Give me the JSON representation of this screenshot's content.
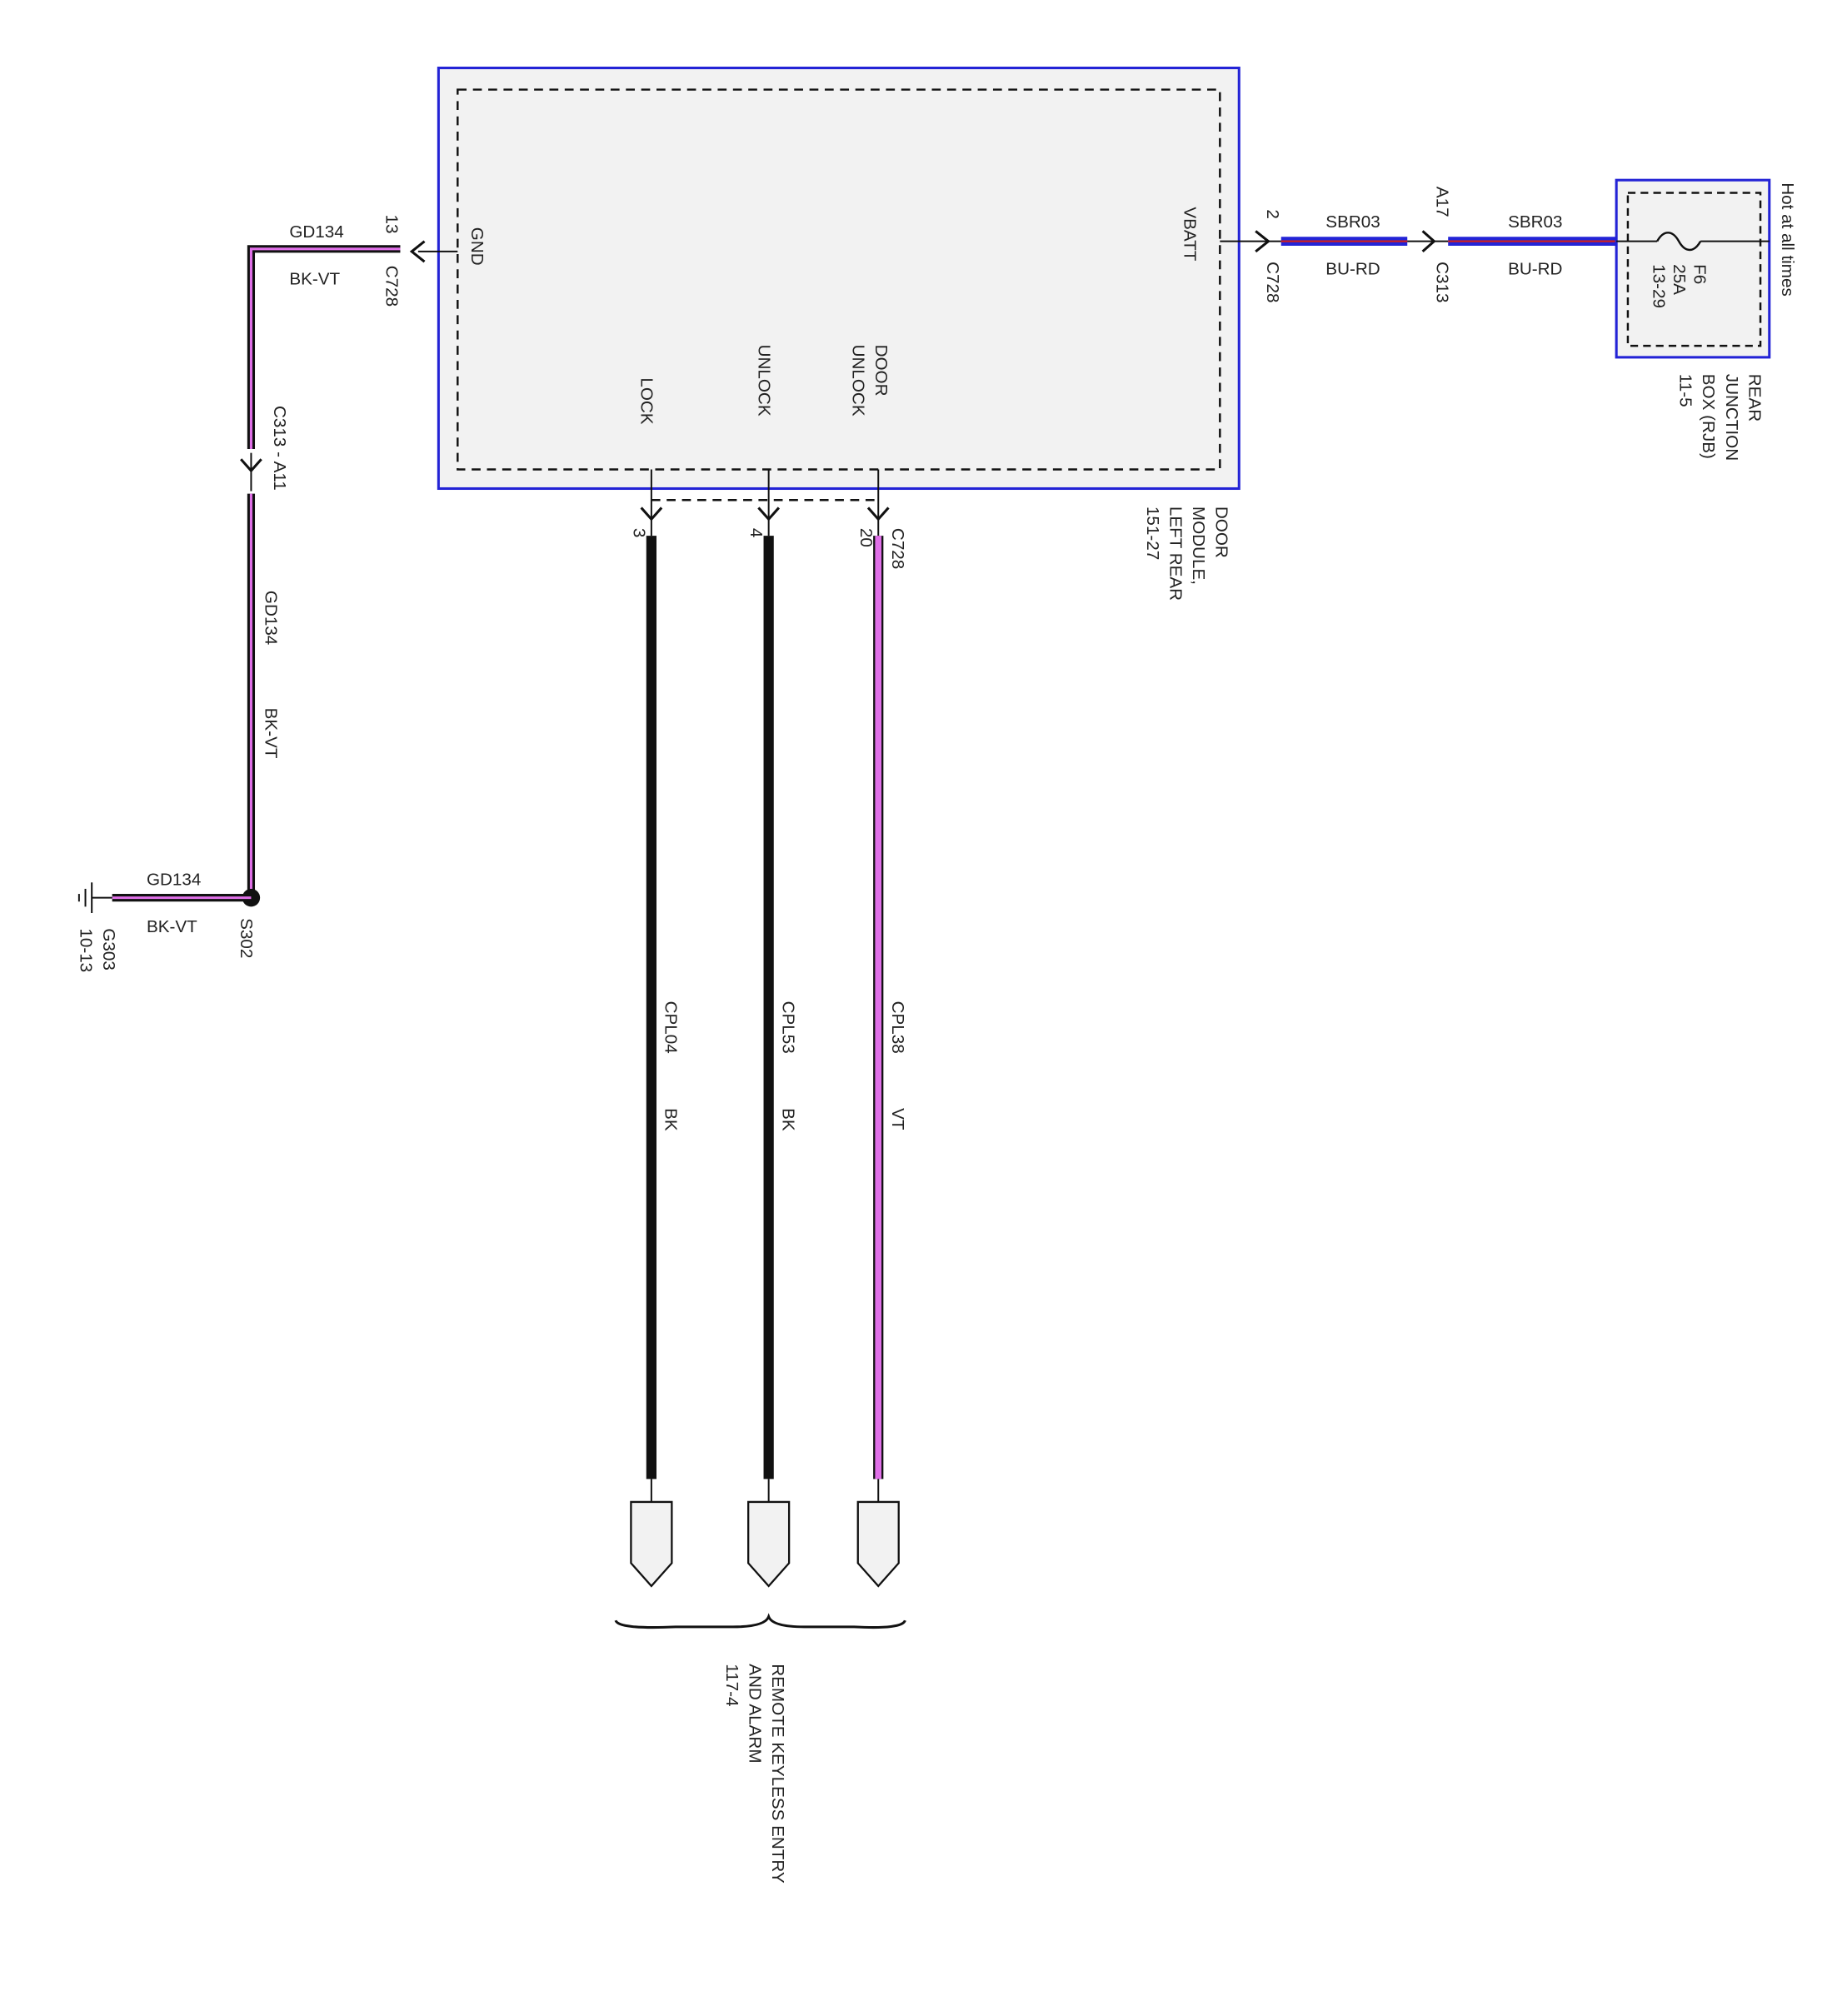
{
  "colors": {
    "module_border": "#2323d6",
    "module_fill": "#f2f2f2",
    "wire_black": "#111111",
    "wire_violet": "#e070e8",
    "wire_blue": "#2323d6",
    "wire_red": "#cc2020",
    "connector_fill": "#f2f2f2"
  },
  "door_module": {
    "name_lines": [
      "DOOR",
      "MODULE,",
      "LEFT REAR"
    ],
    "ref": "151-27",
    "pins": {
      "gnd": "GND",
      "vbatt": "VBATT",
      "lock": "LOCK",
      "unlock": "UNLOCK",
      "door_unlock_line1": "DOOR",
      "door_unlock_line2": "UNLOCK"
    }
  },
  "ground_circuit": {
    "pin_number": "13",
    "connector": "C728",
    "circuit_top": "GD134",
    "color_top": "BK-VT",
    "inline_connector": "C313 - A11",
    "circuit_vertical": "GD134",
    "color_vertical": "BK-VT",
    "splice": "S302",
    "circuit_bottom": "GD134",
    "color_bottom": "BK-VT",
    "ground_point": "G303",
    "ground_ref": "10-13"
  },
  "power_circuit": {
    "pin_number": "2",
    "connector": "C728",
    "circuit_a": "SBR03",
    "color_a": "BU-RD",
    "inline_pin": "A17",
    "inline_connector": "C313",
    "circuit_b": "SBR03",
    "color_b": "BU-RD"
  },
  "junction_box": {
    "fuse": "F6",
    "rating": "25A",
    "fuse_ref": "13-29",
    "name_lines": [
      "REAR",
      "JUNCTION",
      "BOX (RJB)"
    ],
    "ref": "11-5",
    "hot_label": "Hot at all times"
  },
  "output_circuits": {
    "connector": "C728",
    "lock": {
      "pin": "3",
      "circuit": "CPL04",
      "color": "BK"
    },
    "unlock": {
      "pin": "4",
      "circuit": "CPL53",
      "color": "BK"
    },
    "door_unlock": {
      "pin": "20",
      "circuit": "CPL38",
      "color": "VT"
    }
  },
  "destination": {
    "lines": [
      "REMOTE KEYLESS ENTRY",
      "AND ALARM"
    ],
    "ref": "117-4"
  }
}
